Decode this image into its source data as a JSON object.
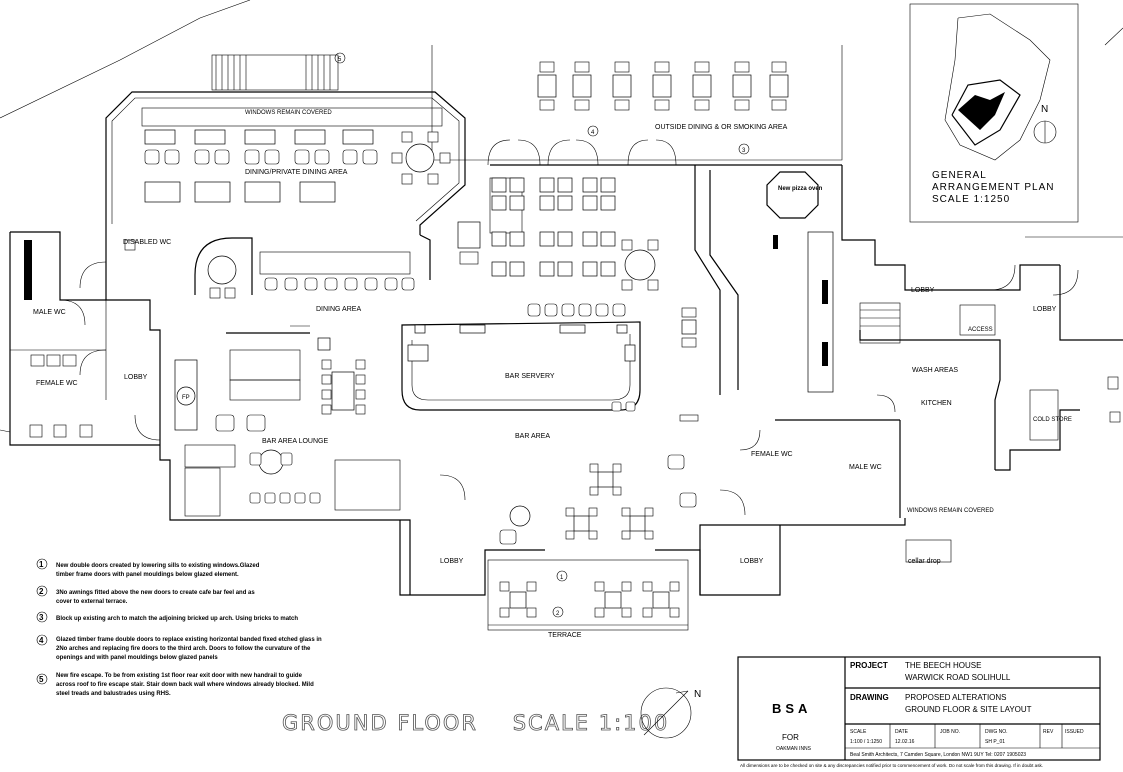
{
  "rooms": {
    "windows_remain_covered_top": "WINDOWS REMAIN COVERED",
    "dining_private": "DINING/PRIVATE DINING AREA",
    "outside_dining": "OUTSIDE DINING & OR SMOKING AREA",
    "disabled_wc": "DISABLED WC",
    "dining_area": "DINING AREA",
    "male_wc_left": "MALE WC",
    "female_wc_left": "FEMALE WC",
    "lobby_left": "LOBBY",
    "fp": "FP",
    "bar_area_lounge": "BAR AREA LOUNGE",
    "bar_servery": "BAR SERVERY",
    "bar_area": "BAR AREA",
    "new_pizza_oven": "New pizza oven",
    "lobby_kitchen": "LOBBY",
    "lobby_right": "LOBBY",
    "access": "ACCESS",
    "wash_areas": "WASH AREAS",
    "kitchen": "KITCHEN",
    "cold_store": "COLD STORE",
    "female_wc_right": "FEMALE WC",
    "male_wc_right": "MALE WC",
    "windows_remain_covered_right": "WINDOWS REMAIN COVERED",
    "cellar_drop": "cellar drop",
    "lobby_bottom_left": "LOBBY",
    "lobby_bottom_right": "LOBBY",
    "terrace": "TERRACE"
  },
  "markers": [
    "1",
    "2",
    "3",
    "4",
    "5"
  ],
  "notes": [
    {
      "num": "1",
      "lines": [
        "New double doors created by lowering sills to existing windows.Glazed",
        "timber frame doors with panel mouldings below glazed element."
      ]
    },
    {
      "num": "2",
      "lines": [
        "3No awnings fitted above the new doors to create cafe bar feel and as",
        "cover to external terrace."
      ]
    },
    {
      "num": "3",
      "lines": [
        "Block up existing arch to match the adjoining bricked up arch. Using bricks to match"
      ]
    },
    {
      "num": "4",
      "lines": [
        "Glazed timber frame double doors to replace existing horizontal banded fixed etched glass in",
        "2No arches and replacing fire doors to the third arch. Doors to follow the curvature of the",
        "openings and with panel mouldings below glazed panels"
      ]
    },
    {
      "num": "5",
      "lines": [
        "New fire escape. To be from existing 1st floor rear exit door with new handrail to guide",
        "across roof to fire escape stair. Stair down back wall where windows already blocked. Mild",
        "steel treads and balustrades using RHS."
      ]
    }
  ],
  "plan_title": "GROUND FLOOR    SCALE 1:100",
  "north_label": "N",
  "general_arrangement": [
    "GENERAL",
    "ARRANGEMENT PLAN",
    "SCALE 1:1250"
  ],
  "title_block": {
    "firm": "BSA",
    "for_label": "FOR",
    "client": "OAKMAN INNS",
    "project_label": "PROJECT",
    "project_lines": [
      "THE BEECH HOUSE",
      "WARWICK ROAD SOLIHULL"
    ],
    "drawing_label": "DRAWING",
    "drawing_lines": [
      "PROPOSED ALTERATIONS",
      "GROUND FLOOR & SITE LAYOUT"
    ],
    "scale_label": "SCALE",
    "scale_value": "1:100 / 1:1250",
    "date_label": "DATE",
    "date_value": "12.02.16",
    "job_label": "JOB NO.",
    "job_value": "",
    "dwg_label": "DWG NO.",
    "dwg_value": "SH P_01",
    "rev_label": "REV",
    "issued_label": "ISSUED",
    "address_line": "Beal Smith Architects, 7 Camden Square, London NW1 9UY  Tel: 0207 1905023",
    "disclaimer": "All dimensions are to be checked on site & any discrepancies notified prior to commencement of work. Do not scale from this drawing. If in doubt ask."
  }
}
